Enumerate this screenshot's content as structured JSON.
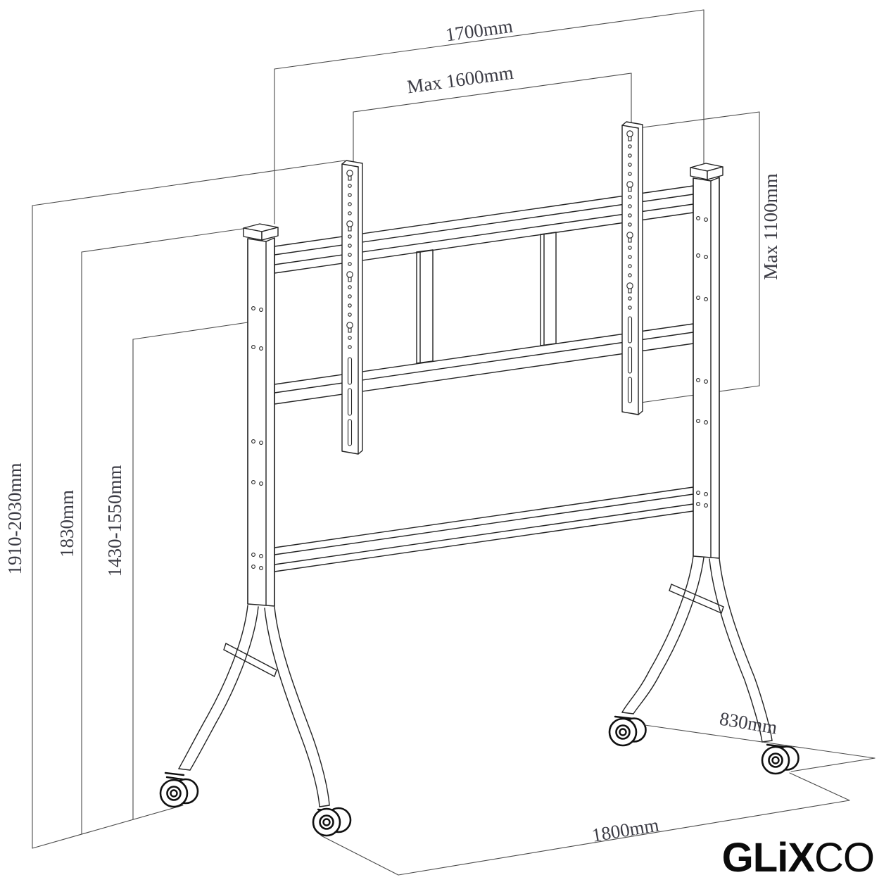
{
  "diagram": {
    "type": "technical-dimension-drawing",
    "subject": "Mobile TV floor stand with casters and VESA mounting rails",
    "colors": {
      "background": "#ffffff",
      "structure_line": "#232323",
      "dimension_line": "#4a4a4a",
      "label_text": "#3c3c45",
      "logo_text": "#0b0b0b"
    },
    "dimensions": {
      "overall_width": "1700mm",
      "vesa_width_max": "Max 1600mm",
      "vesa_height_max": "Max 1100mm",
      "overall_height_range": "1910-2030mm",
      "frame_height": "1830mm",
      "screen_center_height_range": "1430-1550mm",
      "base_depth": "830mm",
      "base_width": "1800mm"
    }
  },
  "brand": {
    "bold": "GLiX",
    "regular": "CO"
  }
}
